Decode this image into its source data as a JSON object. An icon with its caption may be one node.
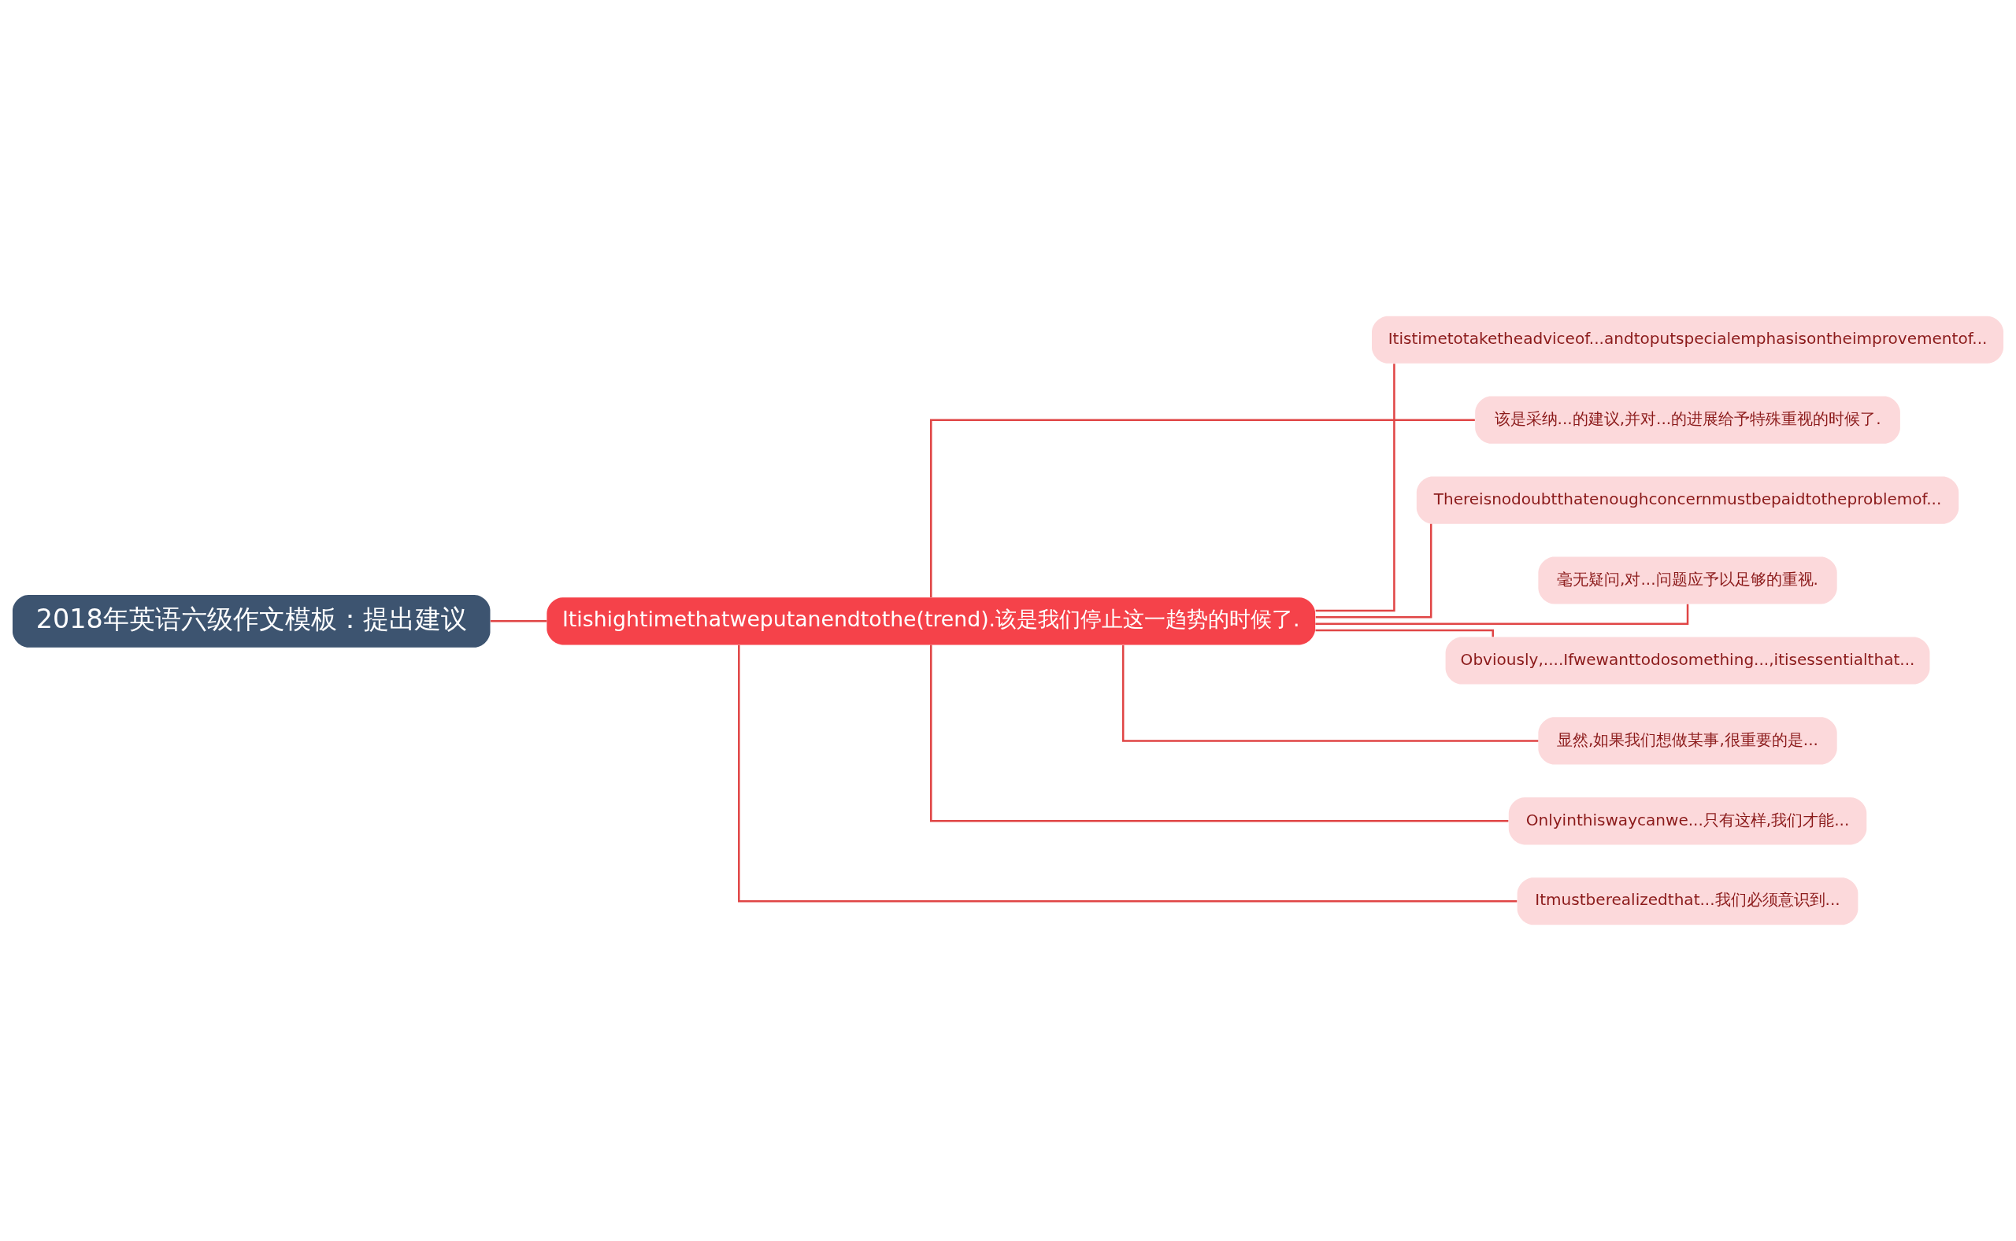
{
  "diagram": {
    "nodes": [
      {
        "text": [
          "2018年英语六级作文模板：提出建议"
        ]
      },
      {
        "text": [
          "Itishightimethatweputanendtothe(trend).该是我们停止这一趋势的时候了."
        ]
      },
      {
        "text": [
          "Itistimetotaketheadviceof...andtoputspecialemphasisontheimprovementof..."
        ]
      },
      {
        "text": [
          "该是采纳...的建议,并对...的进展给予特殊重视的时候了."
        ]
      },
      {
        "text": [
          "Thereisnodoubtthatenoughconcernmustbepaidtotheproblemof..."
        ]
      },
      {
        "text": [
          "毫无疑问,对...问题应予以足够的重视."
        ]
      },
      {
        "text": [
          "Obviously,....Ifwewanttodosomething...,itisessentialthat..."
        ]
      },
      {
        "text": [
          "显然,如果我们想做某事,很重要的是..."
        ]
      },
      {
        "text": [
          "Onlyinthiswaycanwe...只有这样,我们才能..."
        ]
      },
      {
        "text": [
          "Itmustberealizedthat...我们必须意识到..."
        ]
      }
    ],
    "edges": [
      {
        "from": 0,
        "to": 1,
        "arrow": "none"
      },
      {
        "from": 1,
        "to": 2,
        "arrow": "none"
      },
      {
        "from": 1,
        "to": 3,
        "arrow": "none"
      },
      {
        "from": 1,
        "to": 4,
        "arrow": "none"
      },
      {
        "from": 1,
        "to": 5,
        "arrow": "none"
      },
      {
        "from": 1,
        "to": 6,
        "arrow": "none"
      },
      {
        "from": 1,
        "to": 7,
        "arrow": "none"
      },
      {
        "from": 1,
        "to": 8,
        "arrow": "none"
      },
      {
        "from": 1,
        "to": 9,
        "arrow": "none"
      }
    ]
  }
}
